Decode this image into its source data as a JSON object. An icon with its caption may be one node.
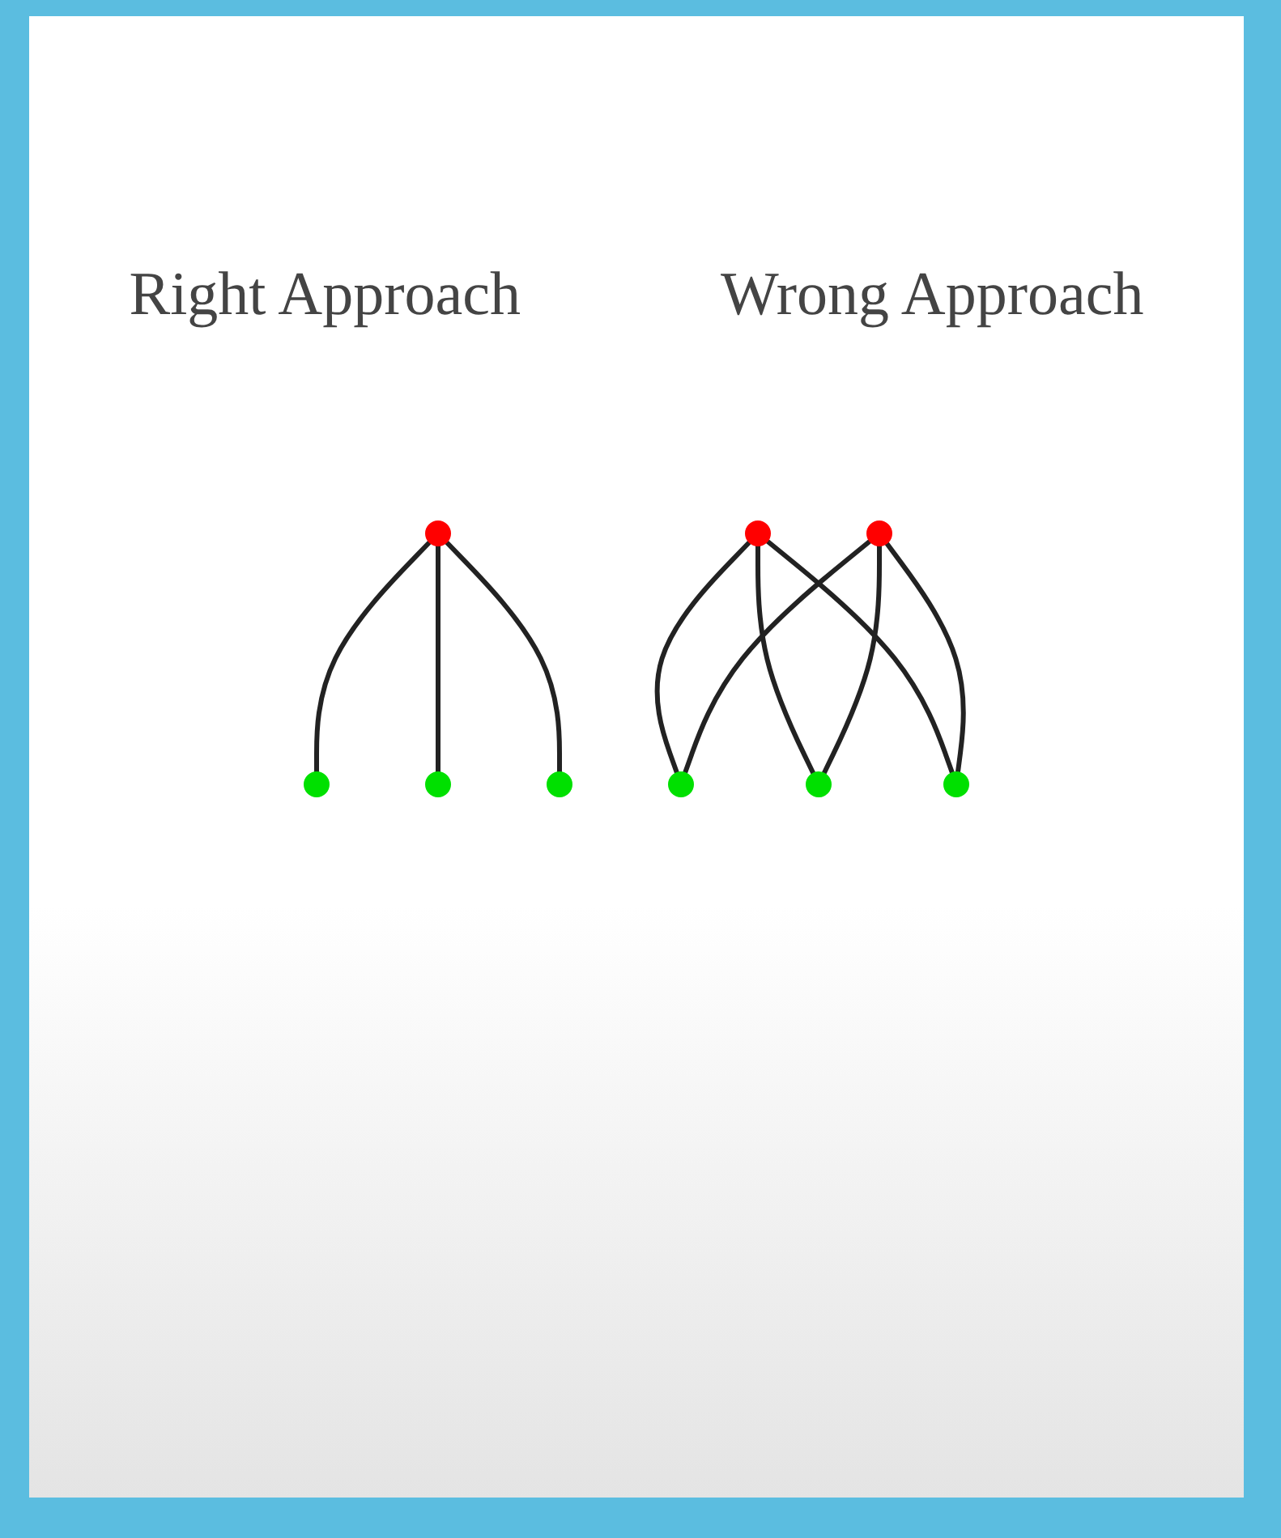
{
  "diagram": {
    "nodes": [
      {
        "text": [],
        "shape": "ellipse"
      },
      {
        "text": [],
        "shape": "ellipse"
      },
      {
        "text": [],
        "shape": "ellipse"
      },
      {
        "text": [],
        "shape": "ellipse"
      },
      {
        "text": [],
        "shape": "ellipse"
      },
      {
        "text": [],
        "shape": "ellipse"
      },
      {
        "text": [],
        "shape": "ellipse"
      },
      {
        "text": [],
        "shape": "ellipse"
      },
      {
        "text": [],
        "shape": "ellipse"
      }
    ],
    "edges": [
      {
        "from": 0,
        "to": 1,
        "arrow": "none"
      },
      {
        "from": 0,
        "to": 2,
        "arrow": "none"
      },
      {
        "from": 0,
        "to": 3,
        "arrow": "none"
      },
      {
        "from": 4,
        "to": 6,
        "arrow": "none"
      },
      {
        "from": 4,
        "to": 7,
        "arrow": "none"
      },
      {
        "from": 4,
        "to": 8,
        "arrow": "none"
      },
      {
        "from": 5,
        "to": 6,
        "arrow": "none"
      },
      {
        "from": 5,
        "to": 7,
        "arrow": "none"
      },
      {
        "from": 5,
        "to": 8,
        "arrow": "none"
      }
    ],
    "labels": [
      "Right Approach",
      "Wrong Approach"
    ]
  }
}
